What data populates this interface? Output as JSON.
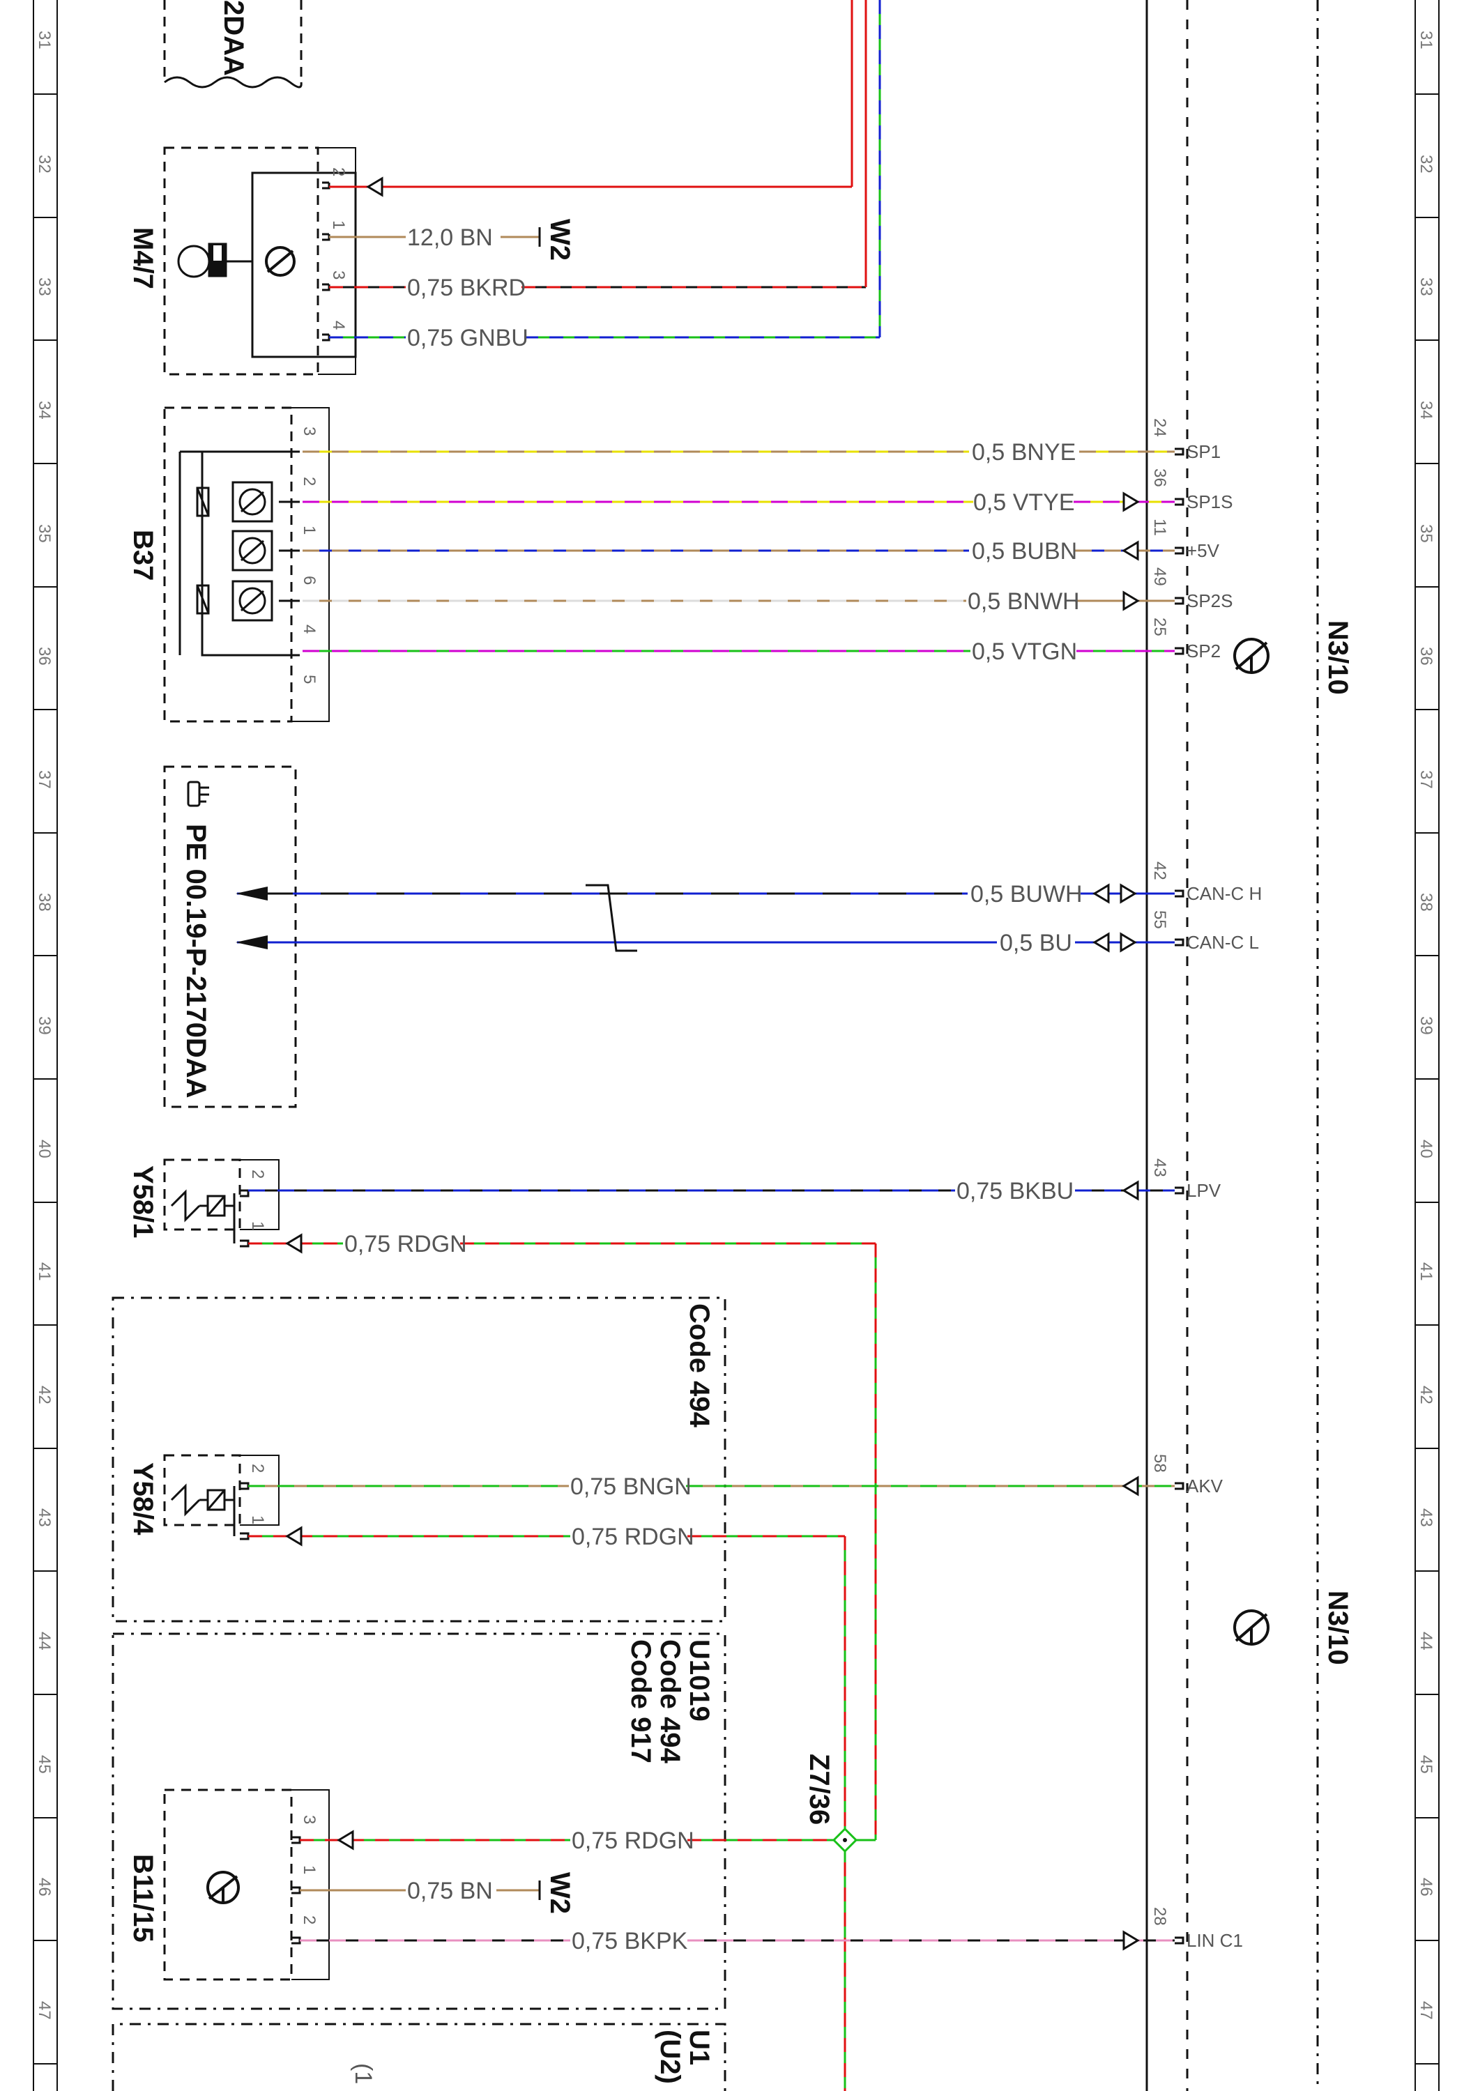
{
  "components": {
    "m4_7": "M4/7",
    "b37": "B37",
    "y58_1": "Y58/1",
    "y58_4": "Y58/4",
    "b11_15": "B11/15",
    "n3_10_top": "N3/10",
    "n3_10_bottom": "N3/10",
    "z7_36": "Z7/36",
    "u1_u2": "U1 (U2)",
    "u1_u2_line1": "U1",
    "u1_u2_line2": "(U2)",
    "cut_label": "2DAA"
  },
  "code_boxes": {
    "code494_label": "Code 494",
    "u1019_line1": "U1019",
    "u1019_line2": "Code 494",
    "u1019_line3": "Code 917"
  },
  "reference": {
    "text": "PE 00.19-P-2170DAA",
    "icon": "hand-pointer-icon"
  },
  "grounds": {
    "w2_top": "W2",
    "w2_bottom": "W2"
  },
  "grid_rows": [
    "31",
    "32",
    "33",
    "34",
    "35",
    "36",
    "37",
    "38",
    "39",
    "40",
    "41",
    "42",
    "43",
    "44",
    "45",
    "46",
    "47"
  ],
  "wires": {
    "m4_7_pin2": "",
    "m4_7_pin1": "12,0 BN",
    "m4_7_pin3": "0,75 BKRD",
    "m4_7_pin4": "0,75 GNBU",
    "sp1": "0,5 BNYE",
    "sp1s": "0,5 VTYE",
    "plus5v": "0,5 BUBN",
    "sp2s": "0,5 BNWH",
    "sp2": "0,5 VTGN",
    "can_h": "0,5 BUWH",
    "can_l": "0,5 BU",
    "lpv": "0,75 BKBU",
    "y58_1_rdgn": "0,75 RDGN",
    "akv": "0,75 BNGN",
    "y58_4_rdgn": "0,75 RDGN",
    "b11_15_rdgn": "0,75 RDGN",
    "b11_15_bn": "0,75 BN",
    "lin": "0,75 BKPK"
  },
  "pins": {
    "m4_7": [
      "2",
      "1",
      "3",
      "4"
    ],
    "b37": [
      "3",
      "2",
      "1",
      "6",
      "4",
      "5"
    ],
    "y58_1": [
      "2",
      "1"
    ],
    "y58_4": [
      "2",
      "1"
    ],
    "b11_15": [
      "3",
      "1",
      "2"
    ],
    "n3_10": {
      "sp1": "24",
      "sp1s": "36",
      "plus5v": "11",
      "sp2s": "49",
      "sp2": "25",
      "can_h": "42",
      "can_l": "55",
      "lpv": "43",
      "akv": "58",
      "lin": "28"
    }
  },
  "signals": {
    "sp1": "SP1",
    "sp1s": "SP1S",
    "plus5v": "+5V",
    "sp2s": "SP2S",
    "sp2": "SP2",
    "can_h": "CAN-C H",
    "can_l": "CAN-C L",
    "lpv": "LPV",
    "akv": "AKV",
    "lin": "LIN C1"
  },
  "partial_text": "(1",
  "colors": {
    "BN": "#b08a5a",
    "RD": "#e01010",
    "BK": "#111111",
    "GN": "#18c018",
    "BU": "#1020d0",
    "YE": "#e8e000",
    "VT": "#d000d0",
    "WH": "#dddddd",
    "PK": "#e890c0",
    "ground_icon": "ground-symbol-icon",
    "sensor_icon": "sensor-circle-icon",
    "motor_icon": "motor-icon",
    "valve_icon": "solenoid-valve-icon"
  }
}
